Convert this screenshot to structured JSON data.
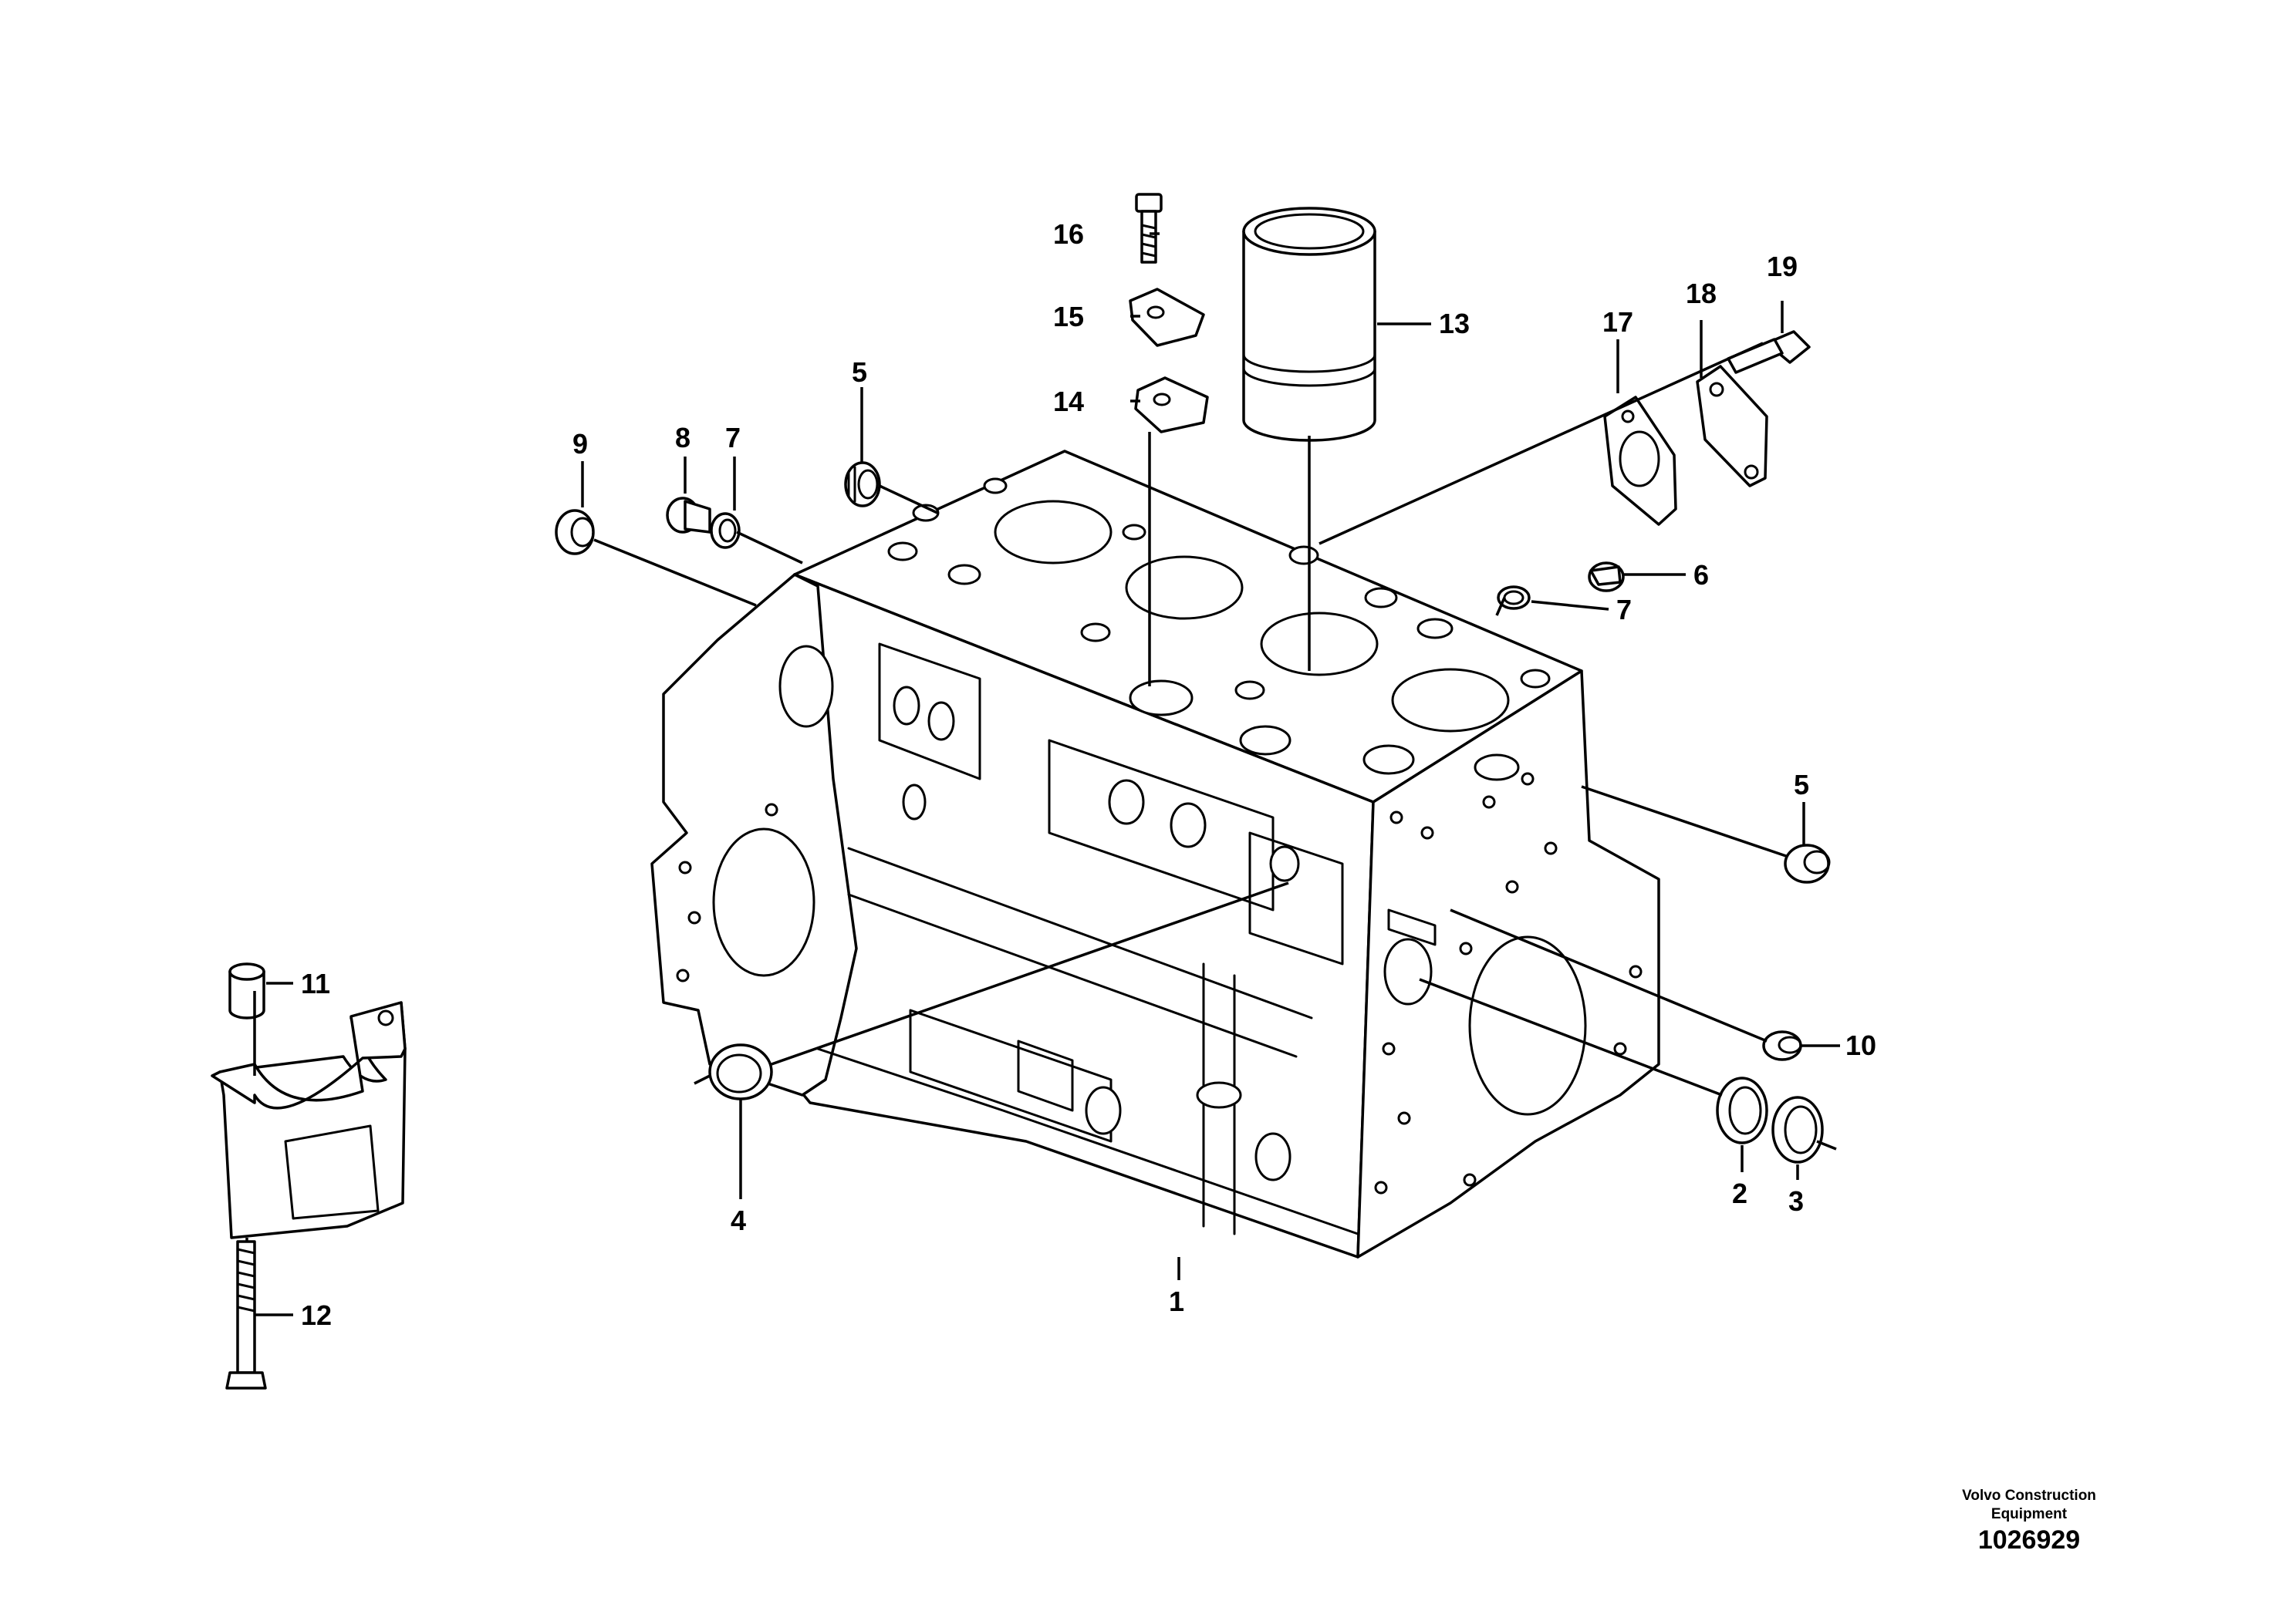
{
  "diagram": {
    "callouts": [
      {
        "id": "1",
        "text": "1"
      },
      {
        "id": "2",
        "text": "2"
      },
      {
        "id": "3",
        "text": "3"
      },
      {
        "id": "4",
        "text": "4"
      },
      {
        "id": "5a",
        "text": "5"
      },
      {
        "id": "5b",
        "text": "5"
      },
      {
        "id": "6",
        "text": "6"
      },
      {
        "id": "7a",
        "text": "7"
      },
      {
        "id": "7b",
        "text": "7"
      },
      {
        "id": "8",
        "text": "8"
      },
      {
        "id": "9",
        "text": "9"
      },
      {
        "id": "10",
        "text": "10"
      },
      {
        "id": "11",
        "text": "11"
      },
      {
        "id": "12",
        "text": "12"
      },
      {
        "id": "13",
        "text": "13"
      },
      {
        "id": "14",
        "text": "14"
      },
      {
        "id": "15",
        "text": "15"
      },
      {
        "id": "16",
        "text": "16"
      },
      {
        "id": "17",
        "text": "17"
      },
      {
        "id": "18",
        "text": "18"
      },
      {
        "id": "19",
        "text": "19"
      }
    ]
  },
  "credit": {
    "company_line1": "Volvo Construction",
    "company_line2": "Equipment",
    "figure_number": "1026929"
  }
}
